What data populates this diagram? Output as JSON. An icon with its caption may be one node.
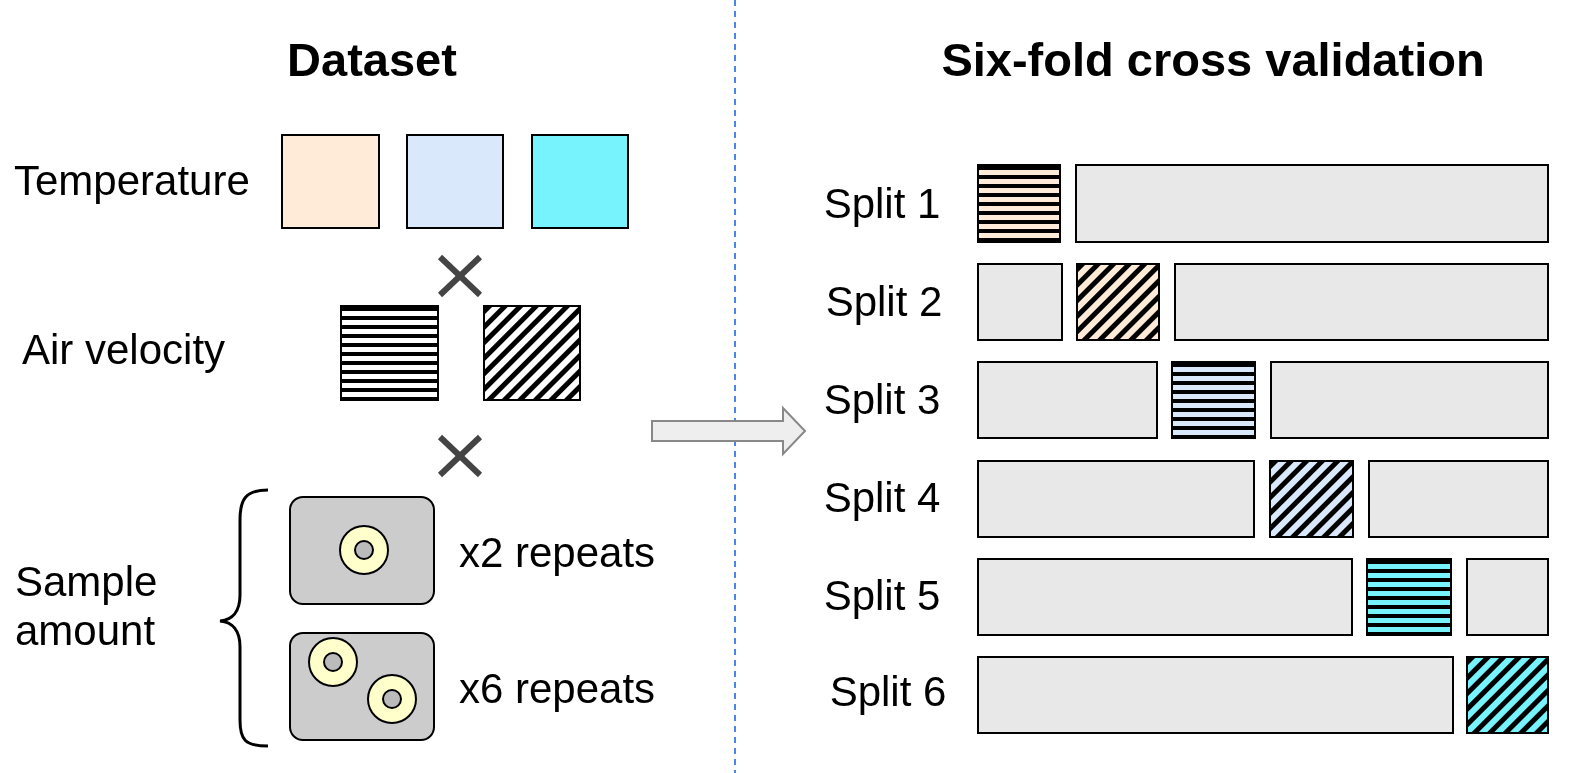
{
  "diagram": {
    "nodes": [
      {
        "text": [],
        "shape": "box"
      },
      {
        "text": [],
        "shape": "box"
      },
      {
        "text": [],
        "shape": "box"
      },
      {
        "text": [],
        "shape": "box"
      },
      {
        "text": [],
        "shape": "box"
      },
      {
        "text": [],
        "shape": "box",
        "beside": [
          "x2 repeats"
        ]
      },
      {
        "text": [],
        "shape": "box",
        "beside": [
          "x6 repeats"
        ]
      },
      {
        "text": [],
        "shape": "bar"
      },
      {
        "text": [],
        "shape": "bar"
      },
      {
        "text": [],
        "shape": "bar"
      },
      {
        "text": [],
        "shape": "bar"
      },
      {
        "text": [],
        "shape": "bar"
      },
      {
        "text": [],
        "shape": "bar"
      },
      {
        "text": [],
        "shape": "bar"
      },
      {
        "text": [],
        "shape": "bar"
      },
      {
        "text": [],
        "shape": "bar"
      },
      {
        "text": [],
        "shape": "bar"
      },
      {
        "text": [],
        "shape": "bar"
      },
      {
        "text": [],
        "shape": "bar"
      },
      {
        "text": [],
        "shape": "bar"
      },
      {
        "text": [],
        "shape": "bar"
      },
      {
        "text": [],
        "shape": "bar"
      },
      {
        "text": [],
        "shape": "bar"
      }
    ],
    "labels": [
      "Dataset",
      "Six-fold cross validation",
      "Temperature",
      "Air velocity",
      "Sample amount",
      "Split 1",
      "Split 2",
      "Split 3",
      "Split 4",
      "Split 5",
      "Split 6"
    ]
  }
}
